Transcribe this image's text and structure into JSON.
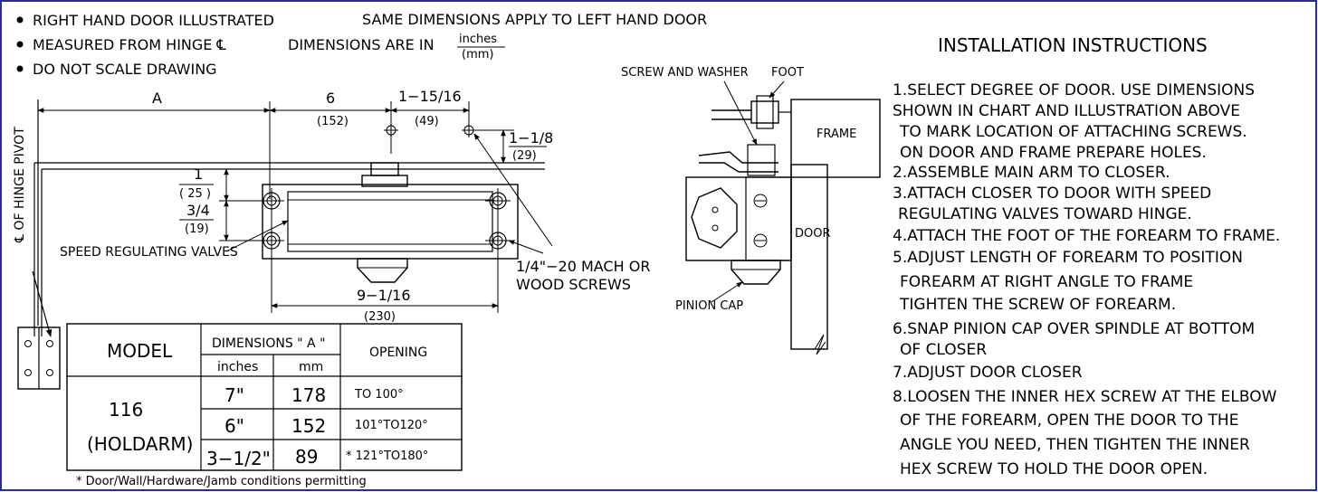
{
  "notes": [
    "RIGHT HAND DOOR ILLUSTRATED",
    "MEASURED FROM HINGE ℄",
    "DO NOT SCALE DRAWING"
  ],
  "same_dims_note": "SAME DIMENSIONS APPLY TO  LEFT  HAND DOOR",
  "units_note": {
    "prefix": "DIMENSIONS ARE IN",
    "top": "inches",
    "bottom": "(mm)"
  },
  "dimensions": {
    "a": "A",
    "six_in": "6",
    "six_mm": "(152)",
    "d1516_in": "1−15/16",
    "d1516_mm": "(49)",
    "d118_in": "1−1/8",
    "d118_mm": "(29)",
    "one_in": "1",
    "one_mm": "( 25 )",
    "three_quarter_in": "3/4",
    "three_quarter_mm": "(19)",
    "nine_in": "9−1/16",
    "nine_mm": "(230)"
  },
  "labels": {
    "hinge_pivot": "℄ OF HINGE PIVOT",
    "speed_valves": "SPEED REGULATING VALVES",
    "screws_line1": "1/4\"−20 MACH OR",
    "screws_line2": "WOOD SCREWS",
    "screw_washer": "SCREW AND WASHER",
    "foot": "FOOT",
    "frame": "FRAME",
    "door": "DOOR",
    "pinion_cap": "PINION CAP"
  },
  "table": {
    "model_header": "MODEL",
    "dims_header": "DIMENSIONS \" A \"",
    "opening_header": "OPENING",
    "inches_header": "inches",
    "mm_header": "mm",
    "model": "116",
    "model_sub": "(HOLDARM)",
    "rows": [
      {
        "inches": "7\"",
        "mm": "178",
        "opening": "TO 100°"
      },
      {
        "inches": "6\"",
        "mm": "152",
        "opening": "101°TO120°"
      },
      {
        "inches": "3−1/2\"",
        "mm": "89",
        "opening": "* 121°TO180°"
      }
    ],
    "footnote": "*    Door/Wall/Hardware/Jamb  conditions  permitting"
  },
  "instructions": {
    "title": "INSTALLATION  INSTRUCTIONS",
    "lines": [
      "1.SELECT DEGREE OF DOOR. USE DIMENSIONS",
      " SHOWN IN CHART AND ILLUSTRATION ABOVE",
      "TO MARK LOCATION OF ATTACHING SCREWS.",
      " ON DOOR AND FRAME PREPARE HOLES.",
      "2.ASSEMBLE MAIN ARM TO CLOSER.",
      "3.ATTACH CLOSER TO DOOR WITH SPEED",
      " REGULATING VALVES TOWARD HINGE.",
      "4.ATTACH THE FOOT OF THE FOREARM TO FRAME.",
      "5.ADJUST LENGTH OF FOREARM TO POSITION",
      " FOREARM AT RIGHT ANGLE TO FRAME",
      "  TIGHTEN THE SCREW OF FOREARM.",
      "6.SNAP PINION CAP OVER SPINDLE AT BOTTOM",
      " OF CLOSER",
      "7.ADJUST DOOR CLOSER",
      "8.LOOSEN THE INNER HEX SCREW AT THE ELBOW",
      " OF THE FOREARM, OPEN THE DOOR TO THE",
      " ANGLE YOU NEED, THEN TIGHTEN THE INNER",
      " HEX SCREW TO HOLD THE DOOR OPEN."
    ]
  }
}
